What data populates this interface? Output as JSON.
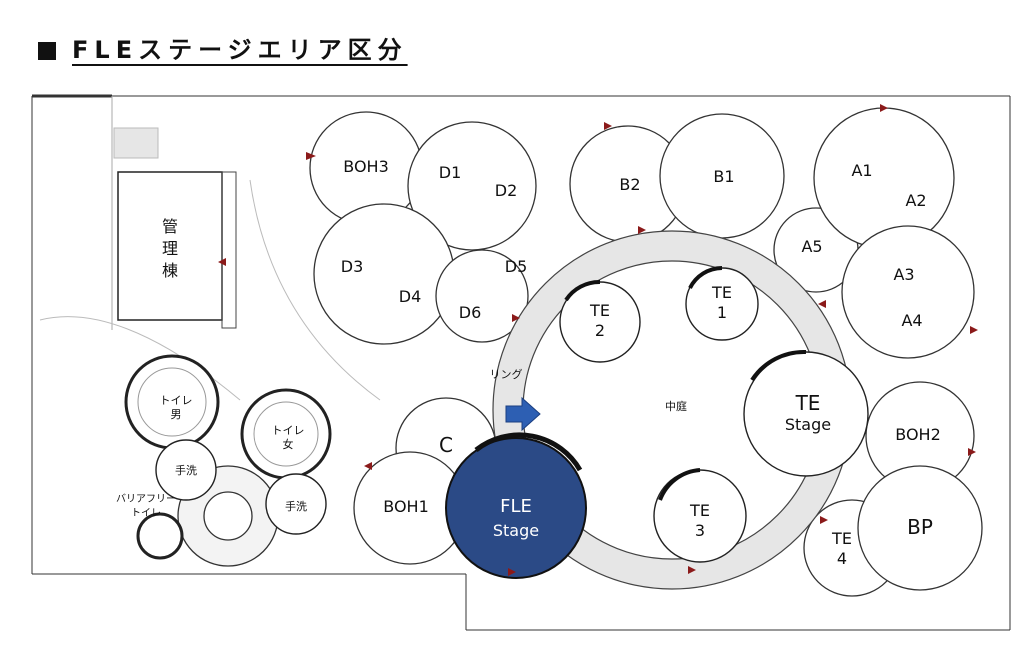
{
  "title": "FLEステージエリア区分",
  "colors": {
    "fle_stage_fill": "#2b4a86",
    "arrow": "#2d5fb3",
    "ring_fill": "#ececec",
    "line": "#333333",
    "marker": "#8b1a1a"
  },
  "labels": {
    "kanri": [
      "管",
      "理",
      "棟"
    ],
    "boh3": "BOH3",
    "d1": "D1",
    "d2": "D2",
    "d3": "D3",
    "d4": "D4",
    "d5": "D5",
    "d6": "D6",
    "b2": "B2",
    "b1": "B1",
    "a1": "A1",
    "a2": "A2",
    "a3": "A3",
    "a4": "A4",
    "a5": "A5",
    "te2": [
      "TE",
      "2"
    ],
    "te1": [
      "TE",
      "1"
    ],
    "ring": "リング",
    "courtyard": "中庭",
    "te_stage": [
      "TE",
      "Stage"
    ],
    "boh2": "BOH2",
    "toilet_m": [
      "トイレ",
      "男"
    ],
    "toilet_f": [
      "トイレ",
      "女"
    ],
    "wash": "手洗",
    "barrier_free": [
      "バリアフリー",
      "トイレ"
    ],
    "c": "C",
    "boh1": "BOH1",
    "fle_stage": [
      "FLE",
      "Stage"
    ],
    "te3": [
      "TE",
      "3"
    ],
    "te4": [
      "TE",
      "4"
    ],
    "bp": "BP"
  },
  "icons": [
    "arrow-right-icon",
    "entrance-marker-icon"
  ]
}
